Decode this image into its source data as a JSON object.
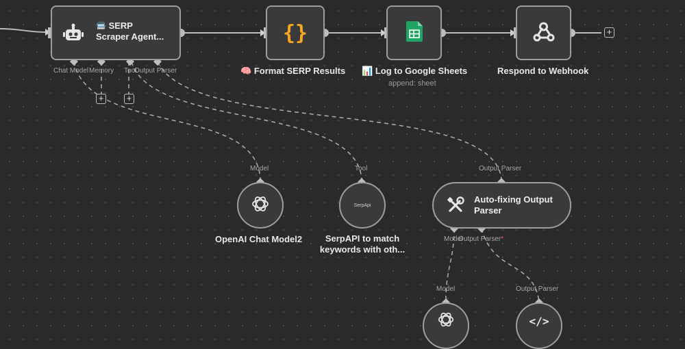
{
  "nodes": {
    "agent": {
      "emoji": "🚍",
      "title_line1": "SERP",
      "title_line2": "Scraper Agent..."
    },
    "format": {
      "emoji": "🧠",
      "label": "Format SERP Results"
    },
    "sheets": {
      "emoji": "📊",
      "label": "Log to Google Sheets",
      "subtitle": "append: sheet"
    },
    "webhook": {
      "label": "Respond to Webhook"
    },
    "openai": {
      "label": "OpenAI Chat Model2"
    },
    "serpapi": {
      "label_line1": "SerpAPI to match",
      "label_line2": "keywords with oth...",
      "logo_text": "SerpApi"
    },
    "autofix": {
      "label_line1": "Auto-fixing Output",
      "label_line2": "Parser"
    }
  },
  "ports": {
    "agent_chat_model": "Chat Model",
    "agent_memory": "Memory",
    "agent_tool": "Tool",
    "agent_output_parser": "Output Parser",
    "openai_model": "Model",
    "serpapi_tool": "Tool",
    "autofix_output_parser": "Output Parser",
    "autofix_model": "Model",
    "autofix_parser": "Output Parser",
    "bottom_model": "Model",
    "bottom_output_parser": "Output Parser"
  },
  "icons": {
    "agent": "robot-icon",
    "format": "curly-braces-icon",
    "sheets": "google-sheets-icon",
    "webhook": "webhook-icon",
    "openai": "openai-icon",
    "serpapi": "serpapi-icon",
    "autofix": "tools-icon",
    "code": "code-icon"
  },
  "colors": {
    "canvas": "#2a2a2a",
    "node_fill": "#3a3a3a",
    "node_border": "#9e9e9e",
    "braces": "#f5a623",
    "sheets_green": "#1fa463",
    "required_star": "#ff5a5a"
  }
}
